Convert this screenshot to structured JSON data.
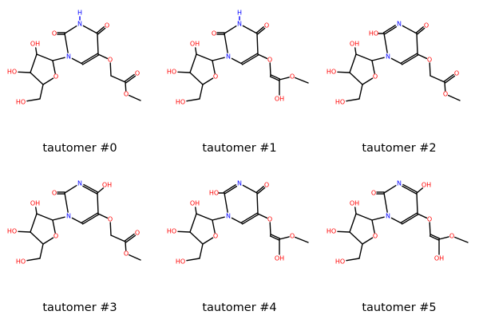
{
  "colors": {
    "bond": "#000000",
    "oxygen": "#ff0000",
    "nitrogen": "#0000ff",
    "caption": "#000000"
  },
  "tautomers": [
    {
      "caption": "tautomer #0",
      "ring": {
        "n1": "N",
        "c2_sub": "O",
        "n3": "N",
        "n3_h": "H",
        "c4_sub": "O"
      },
      "chain": "ester",
      "labels": {
        "ring_o": "O",
        "hydroxyl_top": "OH",
        "hydroxyl_left": "HO",
        "hydroxymethyl": "HO",
        "ether_o": "O",
        "carbonyl_o": "O",
        "methoxy_o": "O"
      }
    },
    {
      "caption": "tautomer #1",
      "ring": {
        "n1": "N",
        "c2_sub": "O",
        "n3": "N",
        "n3_h": "H",
        "c4_sub": "O"
      },
      "chain": "enol",
      "labels": {
        "ring_o": "O",
        "hydroxyl_top": "OH",
        "hydroxyl_left": "HO",
        "hydroxymethyl": "HO",
        "ether_o": "O",
        "enol_oh": "OH",
        "methoxy_o": "O"
      }
    },
    {
      "caption": "tautomer #2",
      "ring": {
        "n1": "N",
        "c2_sub": "HO",
        "n3": "N",
        "n3_h": "",
        "c4_sub": "O"
      },
      "chain": "ester",
      "labels": {
        "ring_o": "O",
        "hydroxyl_top": "OH",
        "hydroxyl_left": "HO",
        "hydroxymethyl": "HO",
        "ether_o": "O",
        "carbonyl_o": "O",
        "methoxy_o": "O"
      }
    },
    {
      "caption": "tautomer #3",
      "ring": {
        "n1": "N",
        "c2_sub": "O",
        "n3": "N",
        "n3_h": "",
        "c4_sub": "OH"
      },
      "chain": "ester",
      "labels": {
        "ring_o": "O",
        "hydroxyl_top": "OH",
        "hydroxyl_left": "HO",
        "hydroxymethyl": "HO",
        "ether_o": "O",
        "carbonyl_o": "O",
        "methoxy_o": "O"
      }
    },
    {
      "caption": "tautomer #4",
      "ring": {
        "n1": "N",
        "c2_sub": "HO",
        "n3": "N",
        "n3_h": "",
        "c4_sub": "O"
      },
      "chain": "enol",
      "labels": {
        "ring_o": "O",
        "hydroxyl_top": "OH",
        "hydroxyl_left": "HO",
        "hydroxymethyl": "HO",
        "ether_o": "O",
        "enol_oh": "OH",
        "methoxy_o": "O"
      }
    },
    {
      "caption": "tautomer #5",
      "ring": {
        "n1": "N",
        "c2_sub": "O",
        "n3": "N",
        "n3_h": "",
        "c4_sub": "OH"
      },
      "chain": "enol",
      "labels": {
        "ring_o": "O",
        "hydroxyl_top": "OH",
        "hydroxyl_left": "HO",
        "hydroxymethyl": "HO",
        "ether_o": "O",
        "enol_oh": "OH",
        "methoxy_o": "O"
      }
    }
  ]
}
